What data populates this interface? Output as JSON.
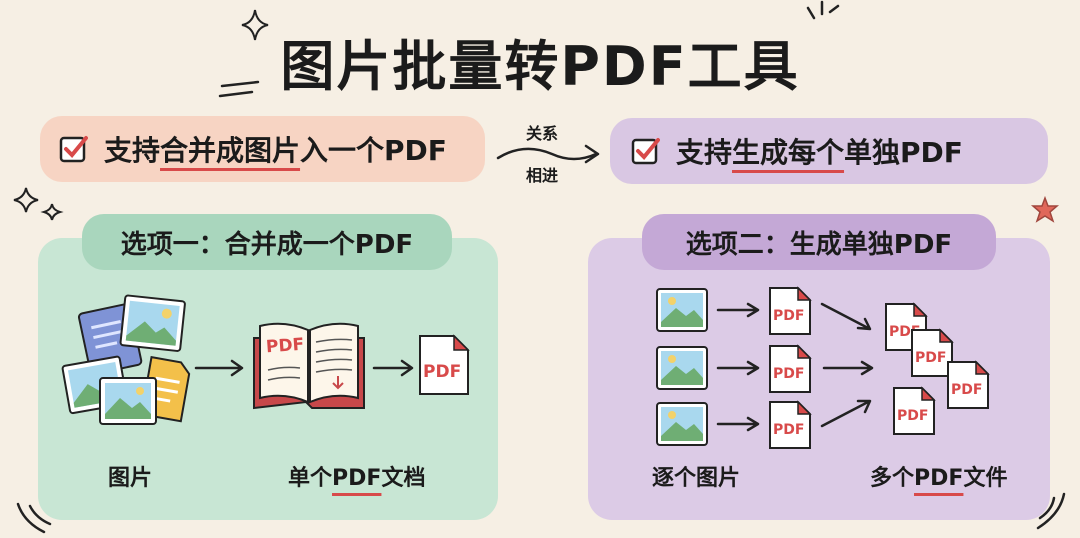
{
  "title": "图片批量转PDF工具",
  "top_left": {
    "prefix": "支持",
    "emph": "合并成图片",
    "suffix": "入一个PDF"
  },
  "top_right": {
    "prefix": "支持",
    "emph": "生成每个",
    "suffix": "单独PDF"
  },
  "relation": {
    "top": "关系",
    "bottom": "相进"
  },
  "option1": {
    "label": "选项一：合并成一个PDF",
    "caption_left": "图片",
    "caption_right_a": "单个",
    "caption_right_b": "PDF",
    "caption_right_c": "文档"
  },
  "option2": {
    "label": "选项二：生成单独PDF",
    "caption_left": "逐个图片",
    "caption_right_a": "多个",
    "caption_right_b": "PDF",
    "caption_right_c": "文件"
  },
  "pdf_text": "PDF",
  "colors": {
    "background": "#f6efe4",
    "left_pill": "#f7d4c3",
    "right_pill": "#d9c7e3",
    "left_panel": "#c8e6d4",
    "right_panel": "#dccbe6",
    "accent_red": "#d84a4a"
  }
}
